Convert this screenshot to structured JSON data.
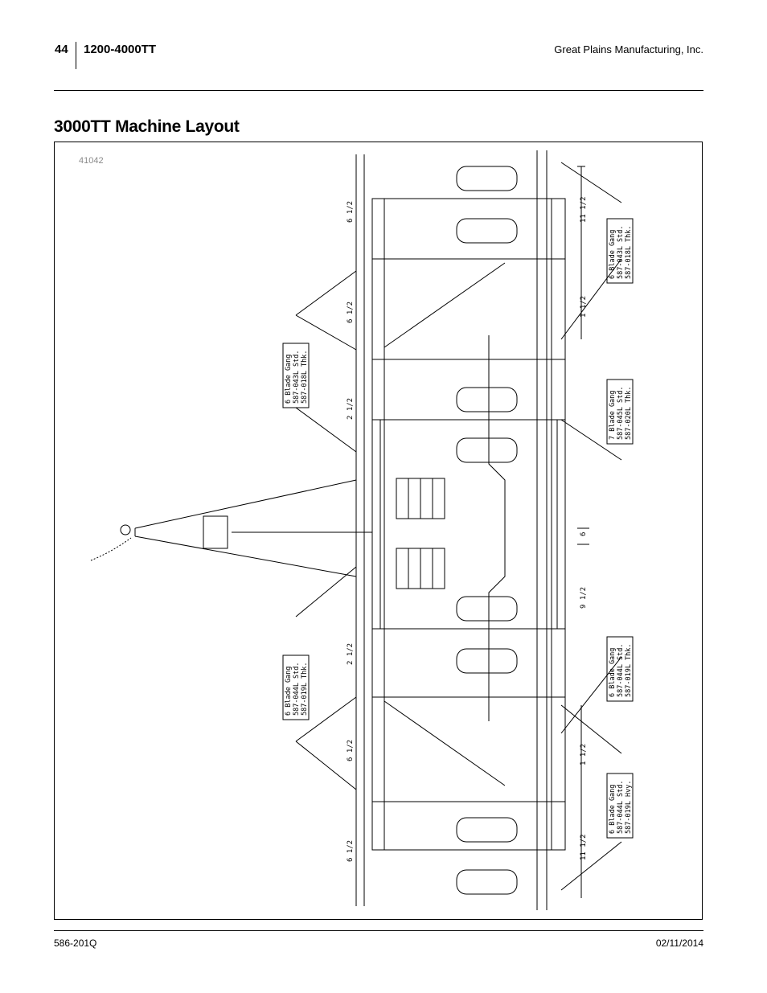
{
  "header": {
    "page_number": "44",
    "model": "1200-4000TT",
    "company": "Great Plains Manufacturing, Inc."
  },
  "section_title": "3000TT Machine Layout",
  "figure": {
    "id": "41042",
    "dimensions": {
      "left_top": "6 1/2",
      "left_upper": "6 1/2",
      "left_center_upper": "2 1/2",
      "left_center_lower": "2 1/2",
      "left_lower": "6 1/2",
      "left_bottom": "6 1/2",
      "right_top": "11 1/2",
      "right_upper": "1 1/2",
      "right_center": "6",
      "right_center_lower": "9 1/2",
      "right_lower": "1 1/2",
      "right_bottom": "11 1/2"
    },
    "callouts": {
      "left_upper": [
        "6 Blade Gang",
        "587-043L Std.",
        "587-018L Thk."
      ],
      "left_lower": [
        "6 Blade Gang",
        "587-044L Std.",
        "587-019L Thk."
      ],
      "right_top": [
        "6 Blade Gang",
        "587-043L Std.",
        "587-018L Thk."
      ],
      "right_center": [
        "7 Blade Gang",
        "587-045L Std.",
        "587-020L Thk."
      ],
      "right_lower": [
        "6 Blade Gang",
        "587-044L Std.",
        "587-019L Thk."
      ],
      "right_bottom": [
        "6 Blade Gang",
        "587-044L Std.",
        "587-019L Hvy."
      ]
    }
  },
  "footer": {
    "doc_number": "586-201Q",
    "date": "02/11/2014"
  }
}
